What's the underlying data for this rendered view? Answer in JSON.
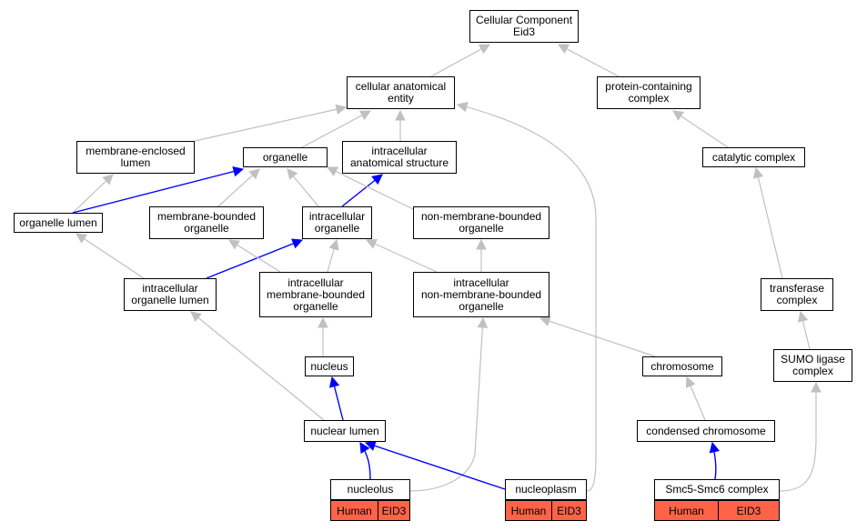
{
  "colors": {
    "direct_edge": "#0000ff",
    "inferred_edge": "#c0c0c0",
    "annotation_fill": "#ff6347"
  },
  "nodes": {
    "root": "Cellular Component\nEid3",
    "cellular_anatomical_entity": "cellular anatomical\nentity",
    "protein_containing_complex": "protein-containing\ncomplex",
    "membrane_enclosed_lumen": "membrane-enclosed\nlumen",
    "organelle": "organelle",
    "intracellular_anatomical_structure": "intracellular\nanatomical structure",
    "catalytic_complex": "catalytic complex",
    "organelle_lumen": "organelle lumen",
    "membrane_bounded_organelle": "membrane-bounded\norganelle",
    "intracellular_organelle": "intracellular\norganelle",
    "non_membrane_bounded_organelle": "non-membrane-bounded\norganelle",
    "intracellular_organelle_lumen": "intracellular\norganelle lumen",
    "intracellular_membrane_bounded_organelle": "intracellular\nmembrane-bounded\norganelle",
    "intracellular_non_membrane_bounded_organelle": "intracellular\nnon-membrane-bounded\norganelle",
    "transferase_complex": "transferase\ncomplex",
    "nucleus": "nucleus",
    "chromosome": "chromosome",
    "sumo_ligase_complex": "SUMO ligase\ncomplex",
    "nuclear_lumen": "nuclear lumen",
    "condensed_chromosome": "condensed chromosome",
    "nucleolus": "nucleolus",
    "nucleoplasm": "nucleoplasm",
    "smc5_smc6_complex": "Smc5-Smc6 complex"
  },
  "annotations": {
    "nucleolus": {
      "species": "Human",
      "gene": "EID3"
    },
    "nucleoplasm": {
      "species": "Human",
      "gene": "EID3"
    },
    "smc5_smc6_complex": {
      "species": "Human",
      "gene": "EID3"
    }
  },
  "edges": [
    {
      "from": "cellular_anatomical_entity",
      "to": "root",
      "type": "inferred"
    },
    {
      "from": "protein_containing_complex",
      "to": "root",
      "type": "inferred"
    },
    {
      "from": "membrane_enclosed_lumen",
      "to": "cellular_anatomical_entity",
      "type": "inferred"
    },
    {
      "from": "organelle",
      "to": "cellular_anatomical_entity",
      "type": "inferred"
    },
    {
      "from": "intracellular_anatomical_structure",
      "to": "cellular_anatomical_entity",
      "type": "inferred"
    },
    {
      "from": "nucleoplasm",
      "to": "cellular_anatomical_entity",
      "type": "inferred"
    },
    {
      "from": "catalytic_complex",
      "to": "protein_containing_complex",
      "type": "inferred"
    },
    {
      "from": "organelle_lumen",
      "to": "membrane_enclosed_lumen",
      "type": "inferred"
    },
    {
      "from": "organelle_lumen",
      "to": "organelle",
      "type": "direct"
    },
    {
      "from": "membrane_bounded_organelle",
      "to": "organelle",
      "type": "inferred"
    },
    {
      "from": "intracellular_organelle",
      "to": "organelle",
      "type": "inferred"
    },
    {
      "from": "intracellular_organelle",
      "to": "intracellular_anatomical_structure",
      "type": "direct"
    },
    {
      "from": "non_membrane_bounded_organelle",
      "to": "organelle",
      "type": "inferred"
    },
    {
      "from": "intracellular_organelle_lumen",
      "to": "organelle_lumen",
      "type": "inferred"
    },
    {
      "from": "intracellular_organelle_lumen",
      "to": "intracellular_organelle",
      "type": "direct"
    },
    {
      "from": "intracellular_membrane_bounded_organelle",
      "to": "membrane_bounded_organelle",
      "type": "inferred"
    },
    {
      "from": "intracellular_membrane_bounded_organelle",
      "to": "intracellular_organelle",
      "type": "inferred"
    },
    {
      "from": "intracellular_non_membrane_bounded_organelle",
      "to": "intracellular_organelle",
      "type": "inferred"
    },
    {
      "from": "intracellular_non_membrane_bounded_organelle",
      "to": "non_membrane_bounded_organelle",
      "type": "inferred"
    },
    {
      "from": "transferase_complex",
      "to": "catalytic_complex",
      "type": "inferred"
    },
    {
      "from": "nucleus",
      "to": "intracellular_membrane_bounded_organelle",
      "type": "inferred"
    },
    {
      "from": "chromosome",
      "to": "intracellular_non_membrane_bounded_organelle",
      "type": "inferred"
    },
    {
      "from": "sumo_ligase_complex",
      "to": "transferase_complex",
      "type": "inferred"
    },
    {
      "from": "nuclear_lumen",
      "to": "nucleus",
      "type": "direct"
    },
    {
      "from": "nuclear_lumen",
      "to": "intracellular_organelle_lumen",
      "type": "inferred"
    },
    {
      "from": "condensed_chromosome",
      "to": "chromosome",
      "type": "inferred"
    },
    {
      "from": "nucleolus",
      "to": "nuclear_lumen",
      "type": "direct"
    },
    {
      "from": "nucleolus",
      "to": "intracellular_non_membrane_bounded_organelle",
      "type": "inferred"
    },
    {
      "from": "nucleoplasm",
      "to": "nuclear_lumen",
      "type": "direct"
    },
    {
      "from": "smc5_smc6_complex",
      "to": "condensed_chromosome",
      "type": "direct"
    },
    {
      "from": "smc5_smc6_complex",
      "to": "sumo_ligase_complex",
      "type": "inferred"
    }
  ]
}
